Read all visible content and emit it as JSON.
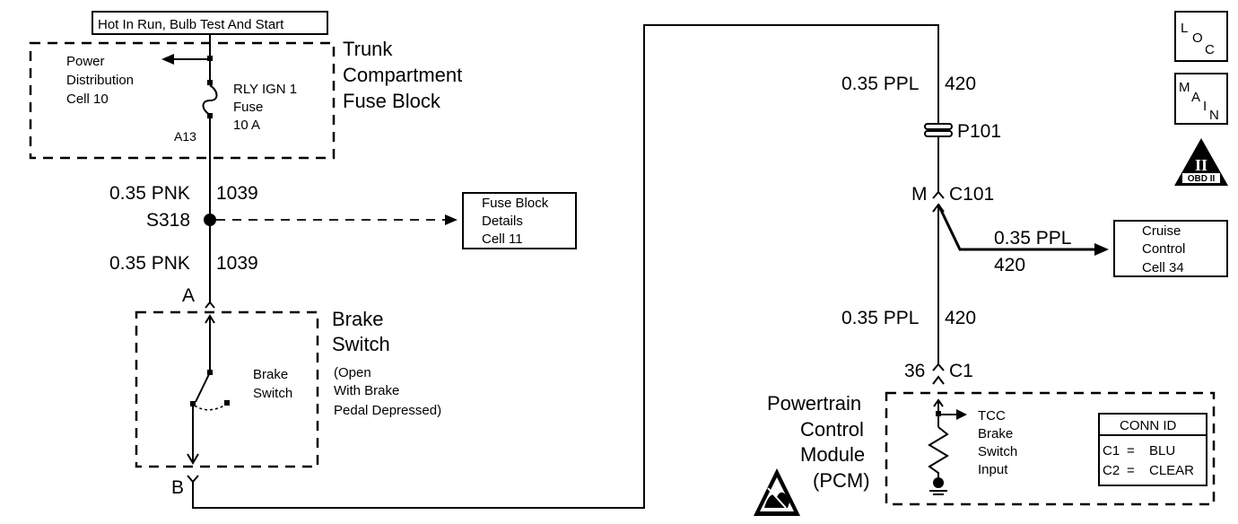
{
  "top_power_label": "Hot In Run, Bulb Test And Start",
  "trunk_fuse_block": {
    "title_lines": [
      "Trunk",
      "Compartment",
      "Fuse Block"
    ],
    "power_dist_lines": [
      "Power",
      "Distribution",
      "Cell 10"
    ],
    "fuse_lines": [
      "RLY IGN 1",
      "Fuse",
      "10 A"
    ],
    "terminal": "A13"
  },
  "left_circuit": {
    "wire_upper": {
      "gauge": "0.35 PNK",
      "circuit": "1039"
    },
    "splice": "S318",
    "wire_lower": {
      "gauge": "0.35 PNK",
      "circuit": "1039"
    },
    "fuse_block_details_lines": [
      "Fuse Block",
      "Details",
      "Cell 11"
    ]
  },
  "brake_switch": {
    "title_lines": [
      "Brake",
      "Switch"
    ],
    "note_lines": [
      "(Open",
      "With Brake",
      "Pedal Depressed)"
    ],
    "inner_label_lines": [
      "Brake",
      "Switch"
    ],
    "terminal_top": "A",
    "terminal_bottom": "B"
  },
  "right_circuit": {
    "wire_top": {
      "gauge": "0.35 PPL",
      "circuit": "420"
    },
    "connector_p": "P101",
    "connector_c_letter": "M",
    "connector_c": "C101",
    "cruise_wire": {
      "gauge": "0.35 PPL",
      "circuit": "420"
    },
    "cruise_lines": [
      "Cruise",
      "Control",
      "Cell 34"
    ],
    "wire_bottom": {
      "gauge": "0.35 PPL",
      "circuit": "420"
    },
    "pcm_pin": "36",
    "pcm_connector": "C1"
  },
  "pcm": {
    "title_lines": [
      "Powertrain",
      "Control",
      "Module",
      "(PCM)"
    ],
    "input_lines": [
      "TCC",
      "Brake",
      "Switch",
      "Input"
    ],
    "conn_id": {
      "title": "CONN ID",
      "rows": [
        {
          "name": "C1",
          "eq": "=",
          "value": "BLU"
        },
        {
          "name": "C2",
          "eq": "=",
          "value": "CLEAR"
        }
      ]
    }
  },
  "nav_icons": {
    "loc_letters": [
      "L",
      "O",
      "C"
    ],
    "main_letters": [
      "M",
      "A",
      "I",
      "N"
    ],
    "obd_numeral": "II",
    "obd_label": "OBD II"
  }
}
